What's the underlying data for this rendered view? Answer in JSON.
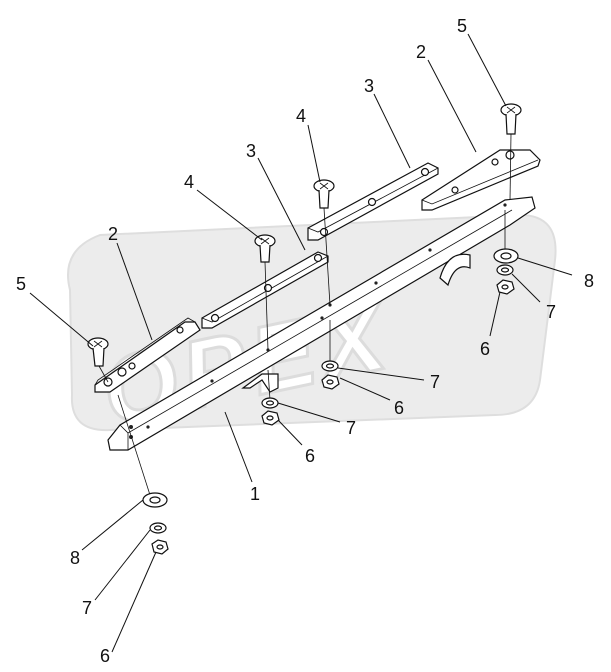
{
  "watermark": {
    "text": "OPEX"
  },
  "callouts": {
    "c1": "1",
    "c2a": "2",
    "c2b": "2",
    "c3a": "3",
    "c3b": "3",
    "c4a": "4",
    "c4b": "4",
    "c5a": "5",
    "c5b": "5",
    "c6a": "6",
    "c6b": "6",
    "c6c": "6",
    "c6d": "6",
    "c7a": "7",
    "c7b": "7",
    "c7c": "7",
    "c7d": "7",
    "c8a": "8",
    "c8b": "8"
  }
}
